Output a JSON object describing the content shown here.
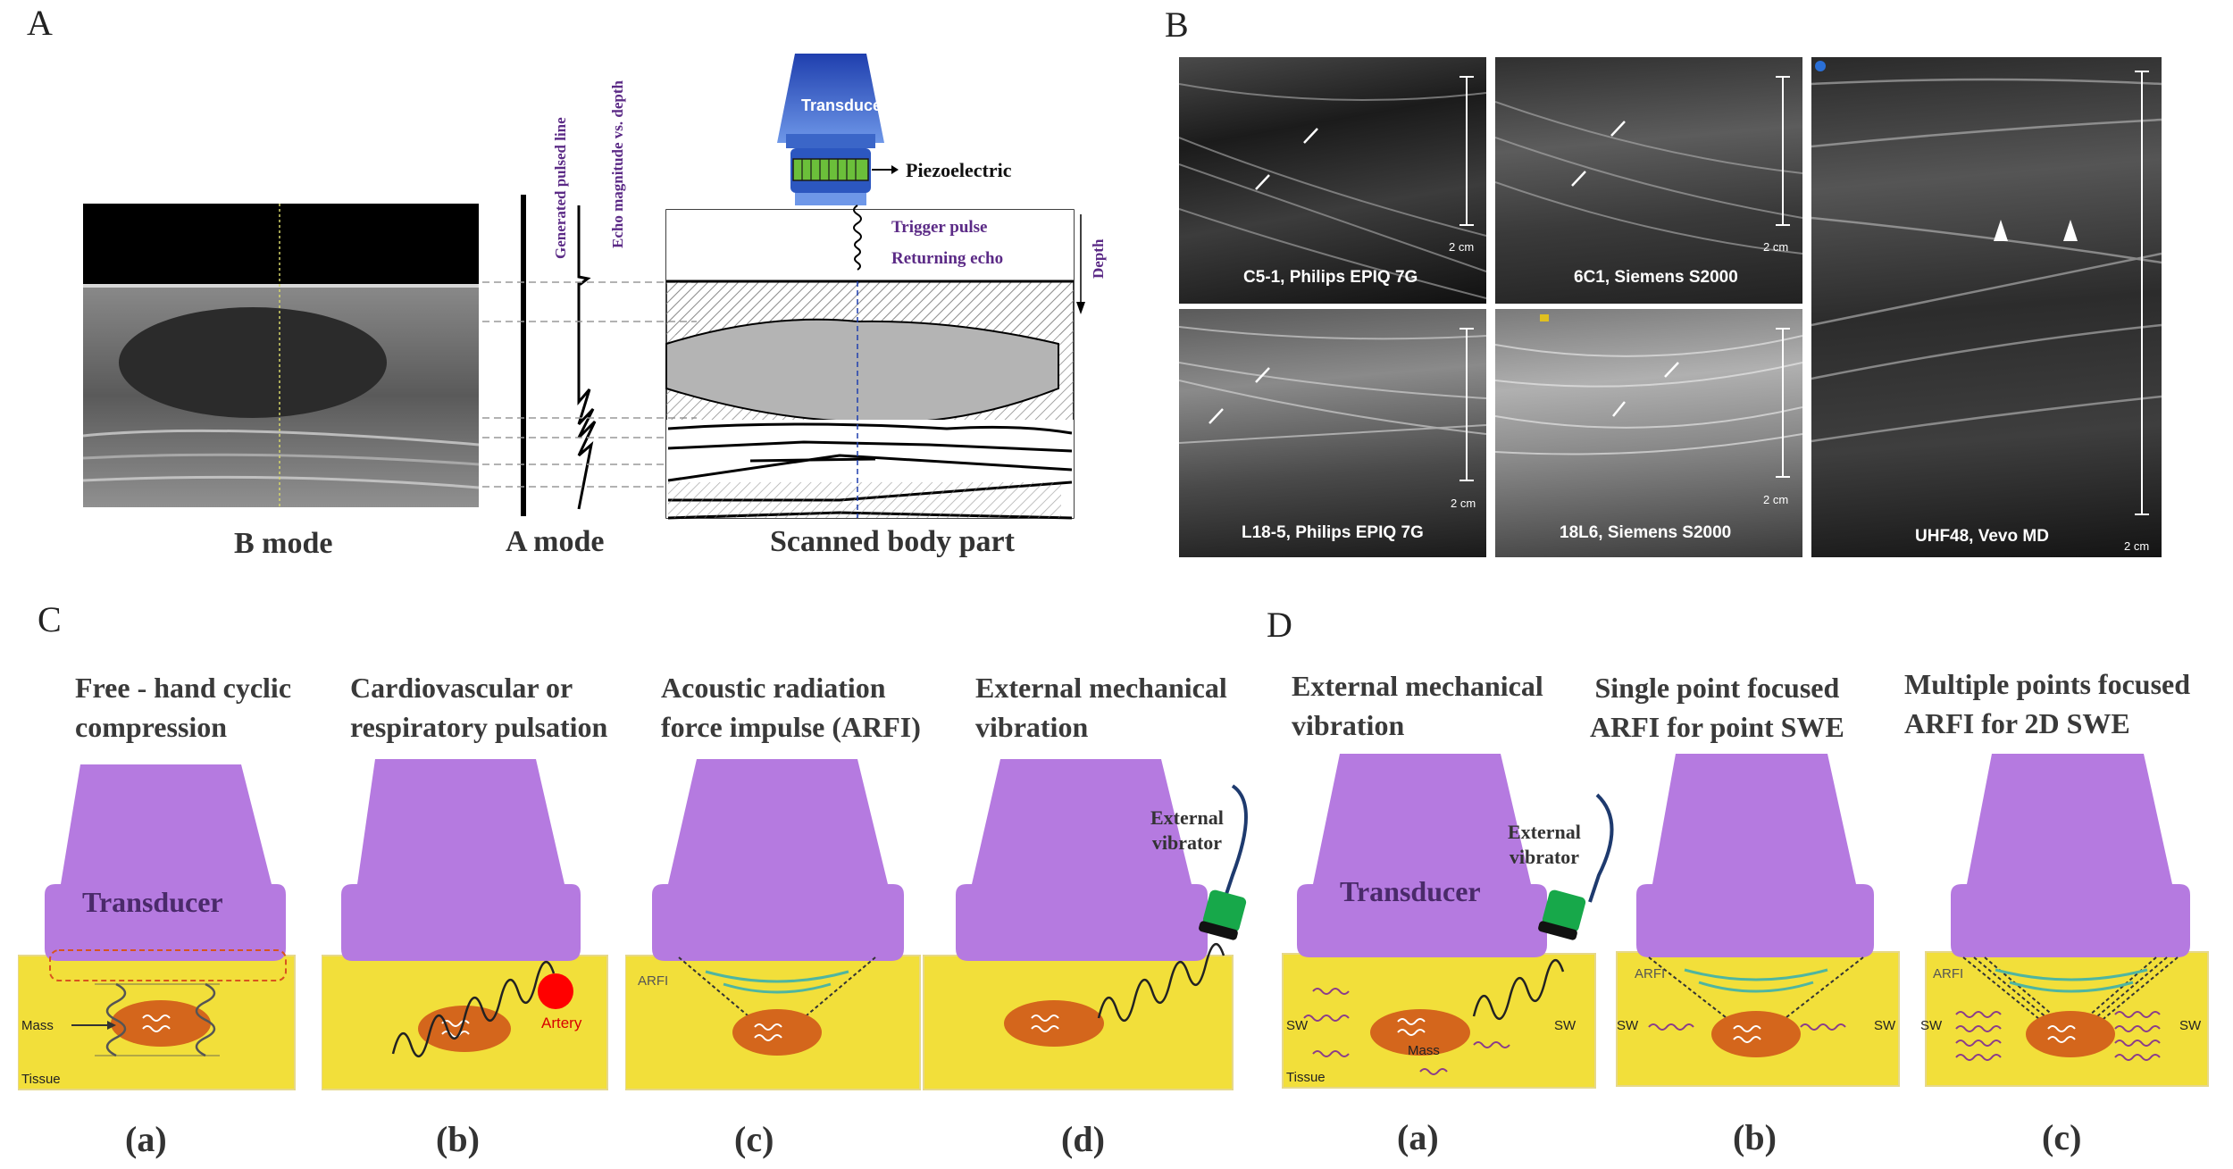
{
  "panels": {
    "a": {
      "letter": "A",
      "bmode_label": "B mode",
      "amode_label": "A mode",
      "body_label": "Scanned body part",
      "pulsed_line_label": "Generated pulsed line",
      "echo_label": "Echo magnitude vs. depth",
      "transducer_label": "Transducer",
      "piezo_label": "Piezoelectric",
      "trigger_label": "Trigger pulse",
      "returning_label": "Returning echo",
      "depth_label": "Depth"
    },
    "b": {
      "letter": "B",
      "images": [
        {
          "caption": "C5-1, Philips EPIQ 7G",
          "scale": "2 cm"
        },
        {
          "caption": "6C1, Siemens S2000",
          "scale": "2 cm"
        },
        {
          "caption": "L18-5, Philips EPIQ 7G",
          "scale": "2 cm"
        },
        {
          "caption": "18L6, Siemens S2000",
          "scale": "2 cm"
        },
        {
          "caption": "UHF48, Vevo MD",
          "scale": "2 cm"
        }
      ]
    },
    "c": {
      "letter": "C",
      "items": [
        {
          "line1": "Free - hand cyclic",
          "line2": "compression",
          "label": "(a)"
        },
        {
          "line1": "Cardiovascular or",
          "line2": "respiratory pulsation",
          "label": "(b)"
        },
        {
          "line1": "Acoustic radiation",
          "line2": "force impulse (ARFI)",
          "label": "(c)"
        },
        {
          "line1": "External mechanical",
          "line2": "vibration",
          "label": "(d)"
        }
      ],
      "transducer_label": "Transducer",
      "mass_label": "Mass",
      "tissue_label": "Tissue",
      "artery_label": "Artery",
      "arfi_label": "ARFI",
      "vibrator_line1": "External",
      "vibrator_line2": "vibrator"
    },
    "d": {
      "letter": "D",
      "items": [
        {
          "line1": "External mechanical",
          "line2": "vibration",
          "label": "(a)"
        },
        {
          "line1": "Single point focused",
          "line2": "ARFI for point SWE",
          "label": "(b)"
        },
        {
          "line1": "Multiple points focused",
          "line2": "ARFI for 2D SWE",
          "label": "(c)"
        }
      ],
      "transducer_label": "Transducer",
      "mass_label": "Mass",
      "tissue_label": "Tissue",
      "sw_label": "SW",
      "arfi_label": "ARFI",
      "vibrator_line1": "External",
      "vibrator_line2": "vibrator"
    }
  },
  "colors": {
    "transducer": "#b57ae0",
    "tissue": "#f2df3a",
    "mass": "#d4661c",
    "vibrator": "#17a84a",
    "artery": "#ff0000",
    "text_purple": "#5b2a86"
  }
}
